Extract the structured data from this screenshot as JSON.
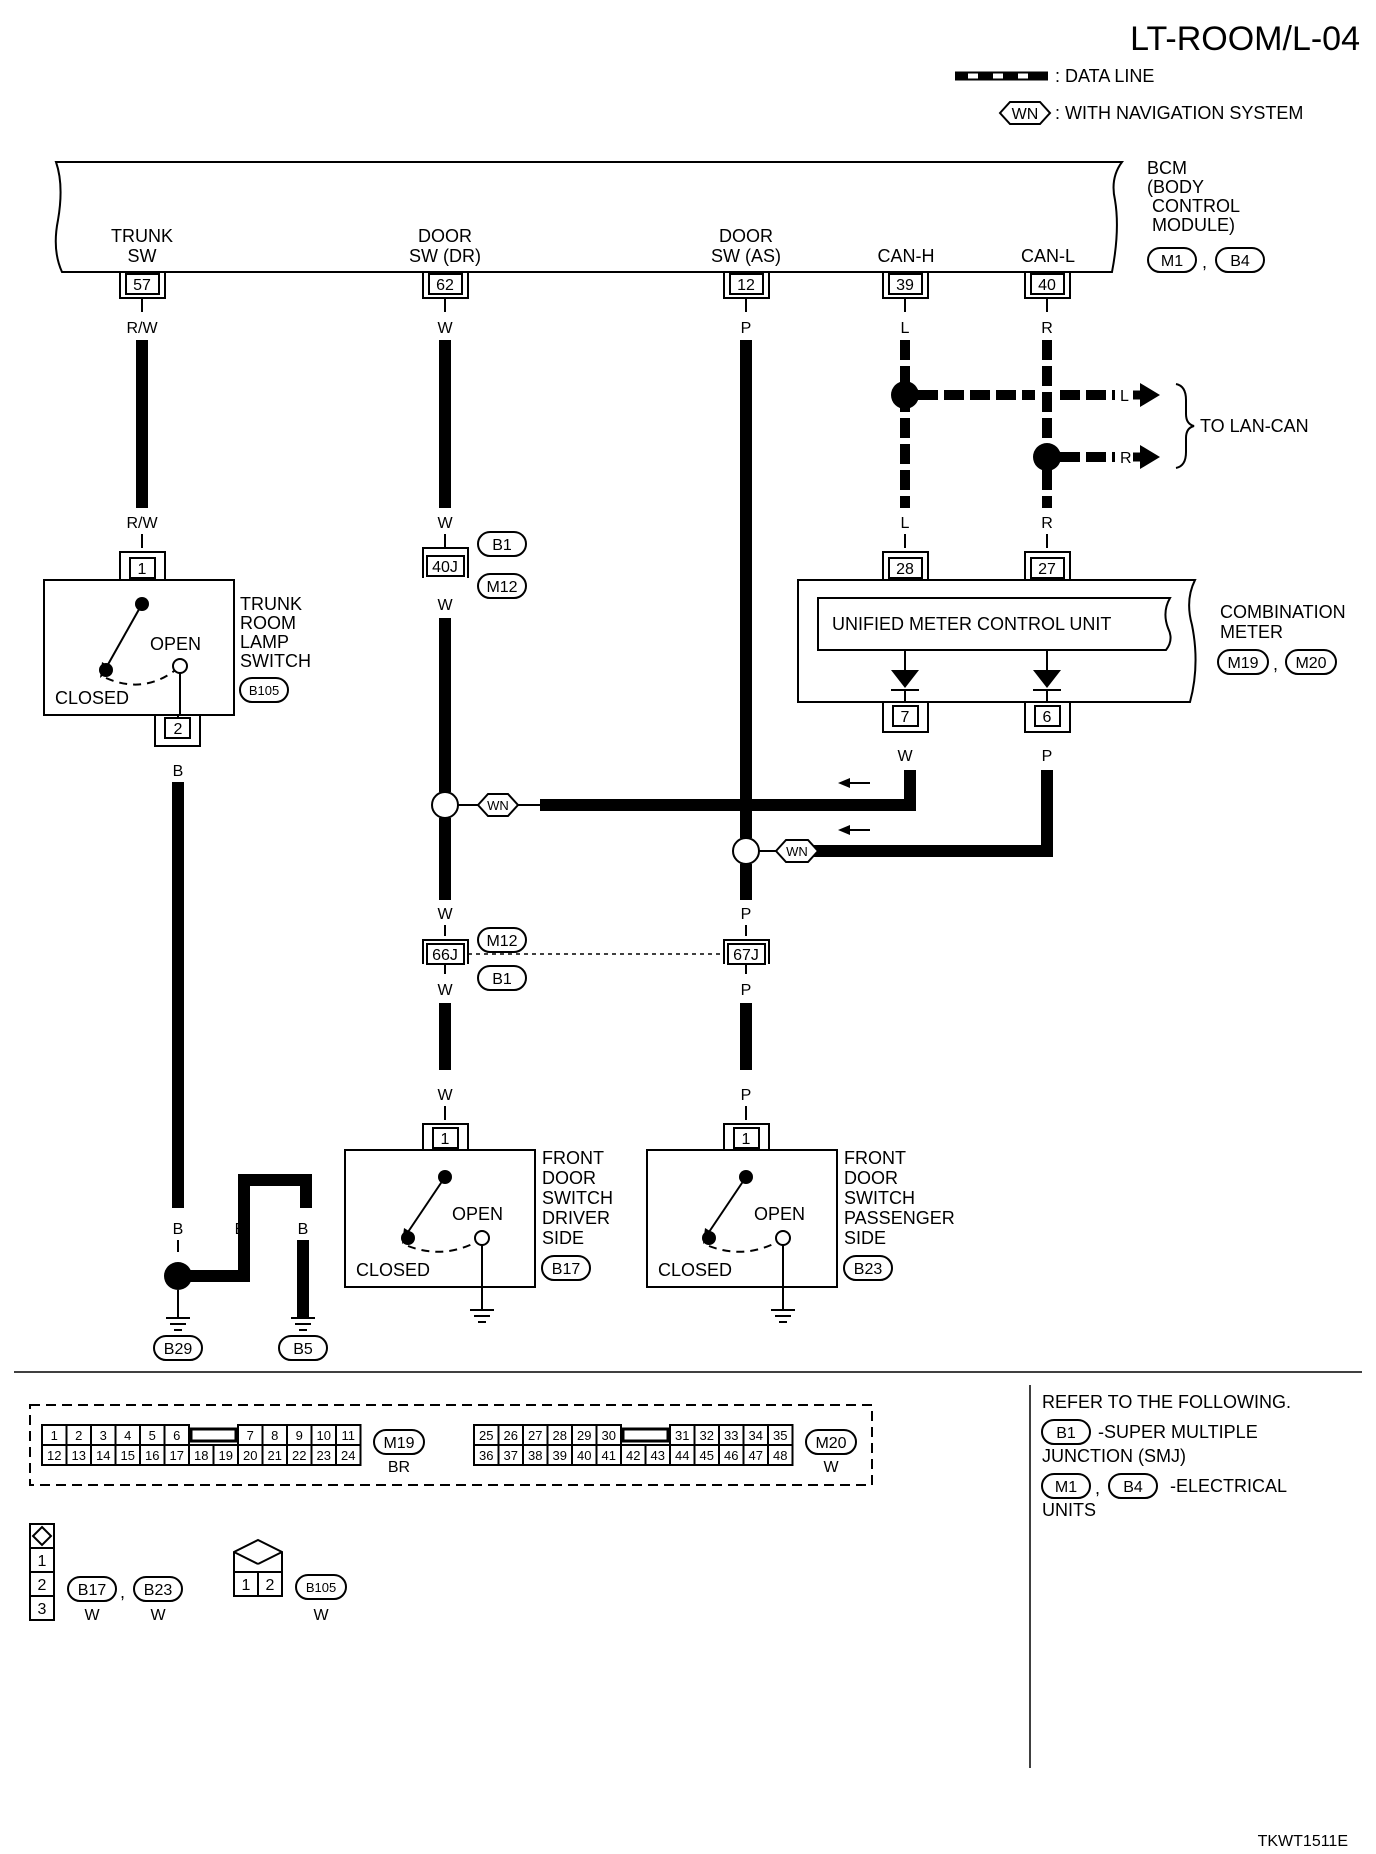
{
  "page": {
    "code": "LT-ROOM/L-04",
    "footer_code": "TKWT1511E"
  },
  "legend": {
    "data_line": ": DATA LINE",
    "wn_tag": "WN",
    "wn_text": ": WITH NAVIGATION SYSTEM"
  },
  "bcm": {
    "name_lines": [
      "BCM",
      "(BODY",
      "CONTROL",
      "MODULE)"
    ],
    "connectors": [
      "M1",
      "B4"
    ],
    "terminals": [
      {
        "label_lines": [
          "TRUNK",
          "SW"
        ],
        "pin": "57",
        "wire": "R/W"
      },
      {
        "label_lines": [
          "DOOR",
          "SW (DR)"
        ],
        "pin": "62",
        "wire": "W"
      },
      {
        "label_lines": [
          "DOOR",
          "SW (AS)"
        ],
        "pin": "12",
        "wire": "P"
      },
      {
        "label_lines": [
          "CAN-H"
        ],
        "pin": "39",
        "wire": "L"
      },
      {
        "label_lines": [
          "CAN-L"
        ],
        "pin": "40",
        "wire": "R"
      }
    ]
  },
  "lan_can": {
    "label": "TO LAN-CAN",
    "branch_l": "L",
    "branch_r": "R",
    "wire_l": "L",
    "wire_r": "R"
  },
  "combination_meter": {
    "name_lines": [
      "COMBINATION",
      "METER"
    ],
    "connectors": [
      "M19",
      "M20"
    ],
    "unit": "UNIFIED METER CONTROL UNIT",
    "pins_in": [
      "28",
      "27"
    ],
    "pins_out": [
      "7",
      "6"
    ],
    "wires_out": [
      "W",
      "P"
    ]
  },
  "trunk_switch": {
    "name_lines": [
      "TRUNK",
      "ROOM",
      "LAMP",
      "SWITCH"
    ],
    "connector": "B105",
    "pin_top": "1",
    "pin_bottom": "2",
    "wire_top": "R/W",
    "wire_bottom": "B",
    "open": "OPEN",
    "closed": "CLOSED"
  },
  "junction": {
    "pin_40j": "40J",
    "pin_66j": "66J",
    "pin_67j": "67J",
    "conn_b1": "B1",
    "conn_m12": "M12",
    "wire_w": "W",
    "wire_p": "P"
  },
  "driver_switch": {
    "name_lines": [
      "FRONT",
      "DOOR",
      "SWITCH",
      "DRIVER",
      "SIDE"
    ],
    "connector": "B17",
    "pin": "1",
    "wire": "W",
    "open": "OPEN",
    "closed": "CLOSED"
  },
  "passenger_switch": {
    "name_lines": [
      "FRONT",
      "DOOR",
      "SWITCH",
      "PASSENGER",
      "SIDE"
    ],
    "connector": "B23",
    "pin": "1",
    "wire": "P",
    "open": "OPEN",
    "closed": "CLOSED"
  },
  "grounds": {
    "g1": "B29",
    "g2": "B5",
    "wire": "B"
  },
  "connector_views": {
    "m19": {
      "code": "M19",
      "color": "BR",
      "top": [
        "1",
        "2",
        "3",
        "4",
        "5",
        "6",
        "7",
        "8",
        "9",
        "10",
        "11"
      ],
      "bottom": [
        "12",
        "13",
        "14",
        "15",
        "16",
        "17",
        "18",
        "19",
        "20",
        "21",
        "22",
        "23",
        "24"
      ]
    },
    "m20": {
      "code": "M20",
      "color": "W",
      "top": [
        "25",
        "26",
        "27",
        "28",
        "29",
        "30",
        "31",
        "32",
        "33",
        "34",
        "35"
      ],
      "bottom": [
        "36",
        "37",
        "38",
        "39",
        "40",
        "41",
        "42",
        "43",
        "44",
        "45",
        "46",
        "47",
        "48"
      ]
    },
    "door": {
      "pins": [
        "1",
        "2",
        "3"
      ],
      "codes": [
        "B17",
        "B23"
      ],
      "colors": [
        "W",
        "W"
      ]
    },
    "trunk": {
      "pins": [
        "1",
        "2"
      ],
      "code": "B105",
      "color": "W"
    }
  },
  "refer": {
    "title": "REFER TO THE FOLLOWING.",
    "smj_code": "B1",
    "smj_text": "-SUPER MULTIPLE",
    "smj_text2": "JUNCTION (SMJ)",
    "eu_codes": [
      "M1",
      "B4"
    ],
    "eu_text": "-ELECTRICAL",
    "eu_text2": "UNITS"
  }
}
